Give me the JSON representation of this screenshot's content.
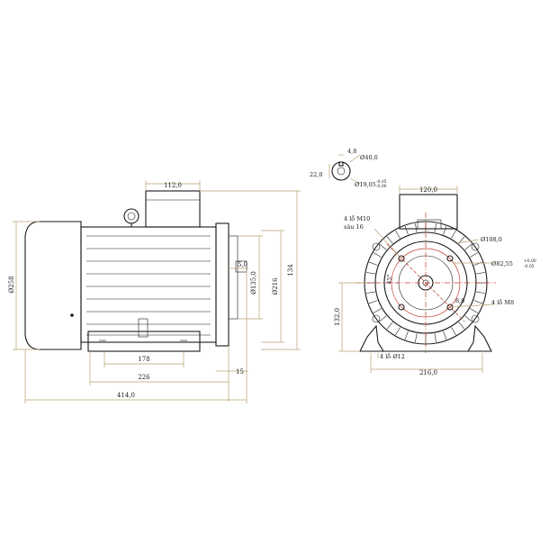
{
  "colors": {
    "outline": "#1a1a1a",
    "dimension": "#b8a070",
    "center": "#c0392b",
    "background": "#ffffff"
  },
  "side_view": {
    "dim_top_box": "112,0",
    "dim_height": "134",
    "dim_dia_frame": "Ø216",
    "dim_dia_body": "Ø258",
    "dim_flange": "Ø135,0",
    "dim_spigot": "5,0",
    "dim_foot_spacing": "178",
    "dim_foot_end": "226",
    "dim_shaft_extra": "15",
    "dim_total_length": "414,0"
  },
  "key_detail": {
    "dim_key_width": "4,8",
    "dim_diameter": "Ø40,0",
    "dim_key_height": "22,0",
    "dim_shaft": "Ø19,05",
    "dim_shaft_tol_upper": "-0,05",
    "dim_shaft_tol_lower": "-0,00"
  },
  "front_view": {
    "dim_top_box": "120,0",
    "label_holes_m10": "4 lỗ M10",
    "label_depth": "sâu 16",
    "dim_bolt_circle": "Ø108,0",
    "dim_pilot": "Ø82,55",
    "dim_pilot_tol_upper": "+0,00",
    "dim_pilot_tol_lower": "-0,05",
    "label_holes_m8": "4 lỗ M8",
    "dim_angle": "45°",
    "dim_hole_offset": "8,0",
    "dim_shaft_height": "132,0",
    "label_holes_foot": "4 lỗ Ø12",
    "dim_foot_width": "216,0"
  }
}
